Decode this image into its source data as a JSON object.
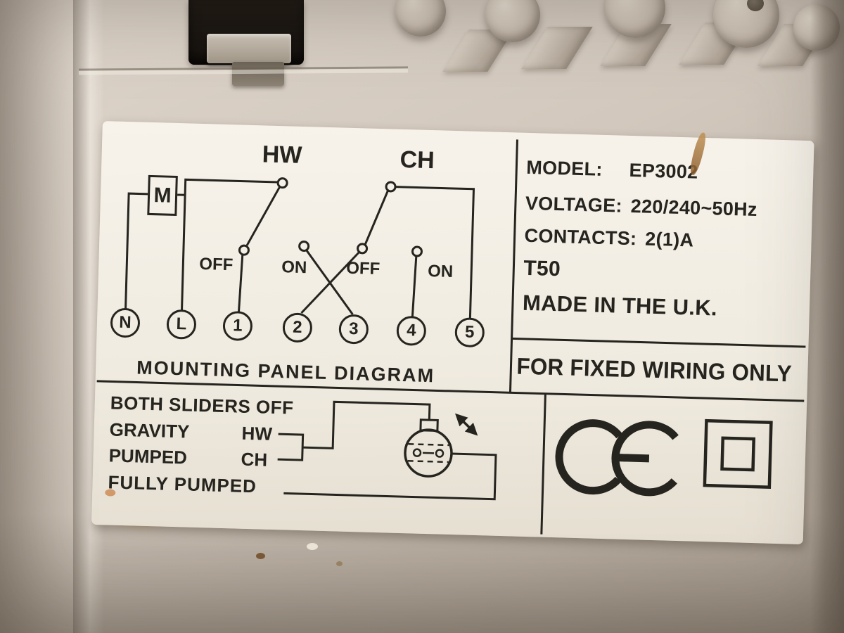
{
  "colors": {
    "label_paper": "#f4efe6",
    "ink": "#25241f",
    "plastic_case": "#c9bfb3"
  },
  "label": {
    "diagram": {
      "hw": "HW",
      "ch": "CH",
      "motor": "M",
      "terminals": [
        "N",
        "L",
        "1",
        "2",
        "3",
        "4",
        "5"
      ],
      "switch_states": [
        "OFF",
        "ON",
        "OFF",
        "ON"
      ],
      "caption": "MOUNTING PANEL DIAGRAM"
    },
    "specs": {
      "model_key": "MODEL:",
      "model_value": "EP3002",
      "voltage_key": "VOLTAGE:",
      "voltage_value": "220/240~50Hz",
      "contacts_key": "CONTACTS:",
      "contacts_value": "2(1)A",
      "temp_rating": "T50",
      "origin": "MADE IN THE U.K.",
      "fixed_wiring": "FOR FIXED WIRING ONLY"
    },
    "modes": {
      "both_sliders": "BOTH SLIDERS OFF",
      "gravity_key": "GRAVITY",
      "gravity_value": "HW",
      "pumped_key": "PUMPED",
      "pumped_value": "CH",
      "fully_pumped": "FULLY PUMPED"
    }
  }
}
